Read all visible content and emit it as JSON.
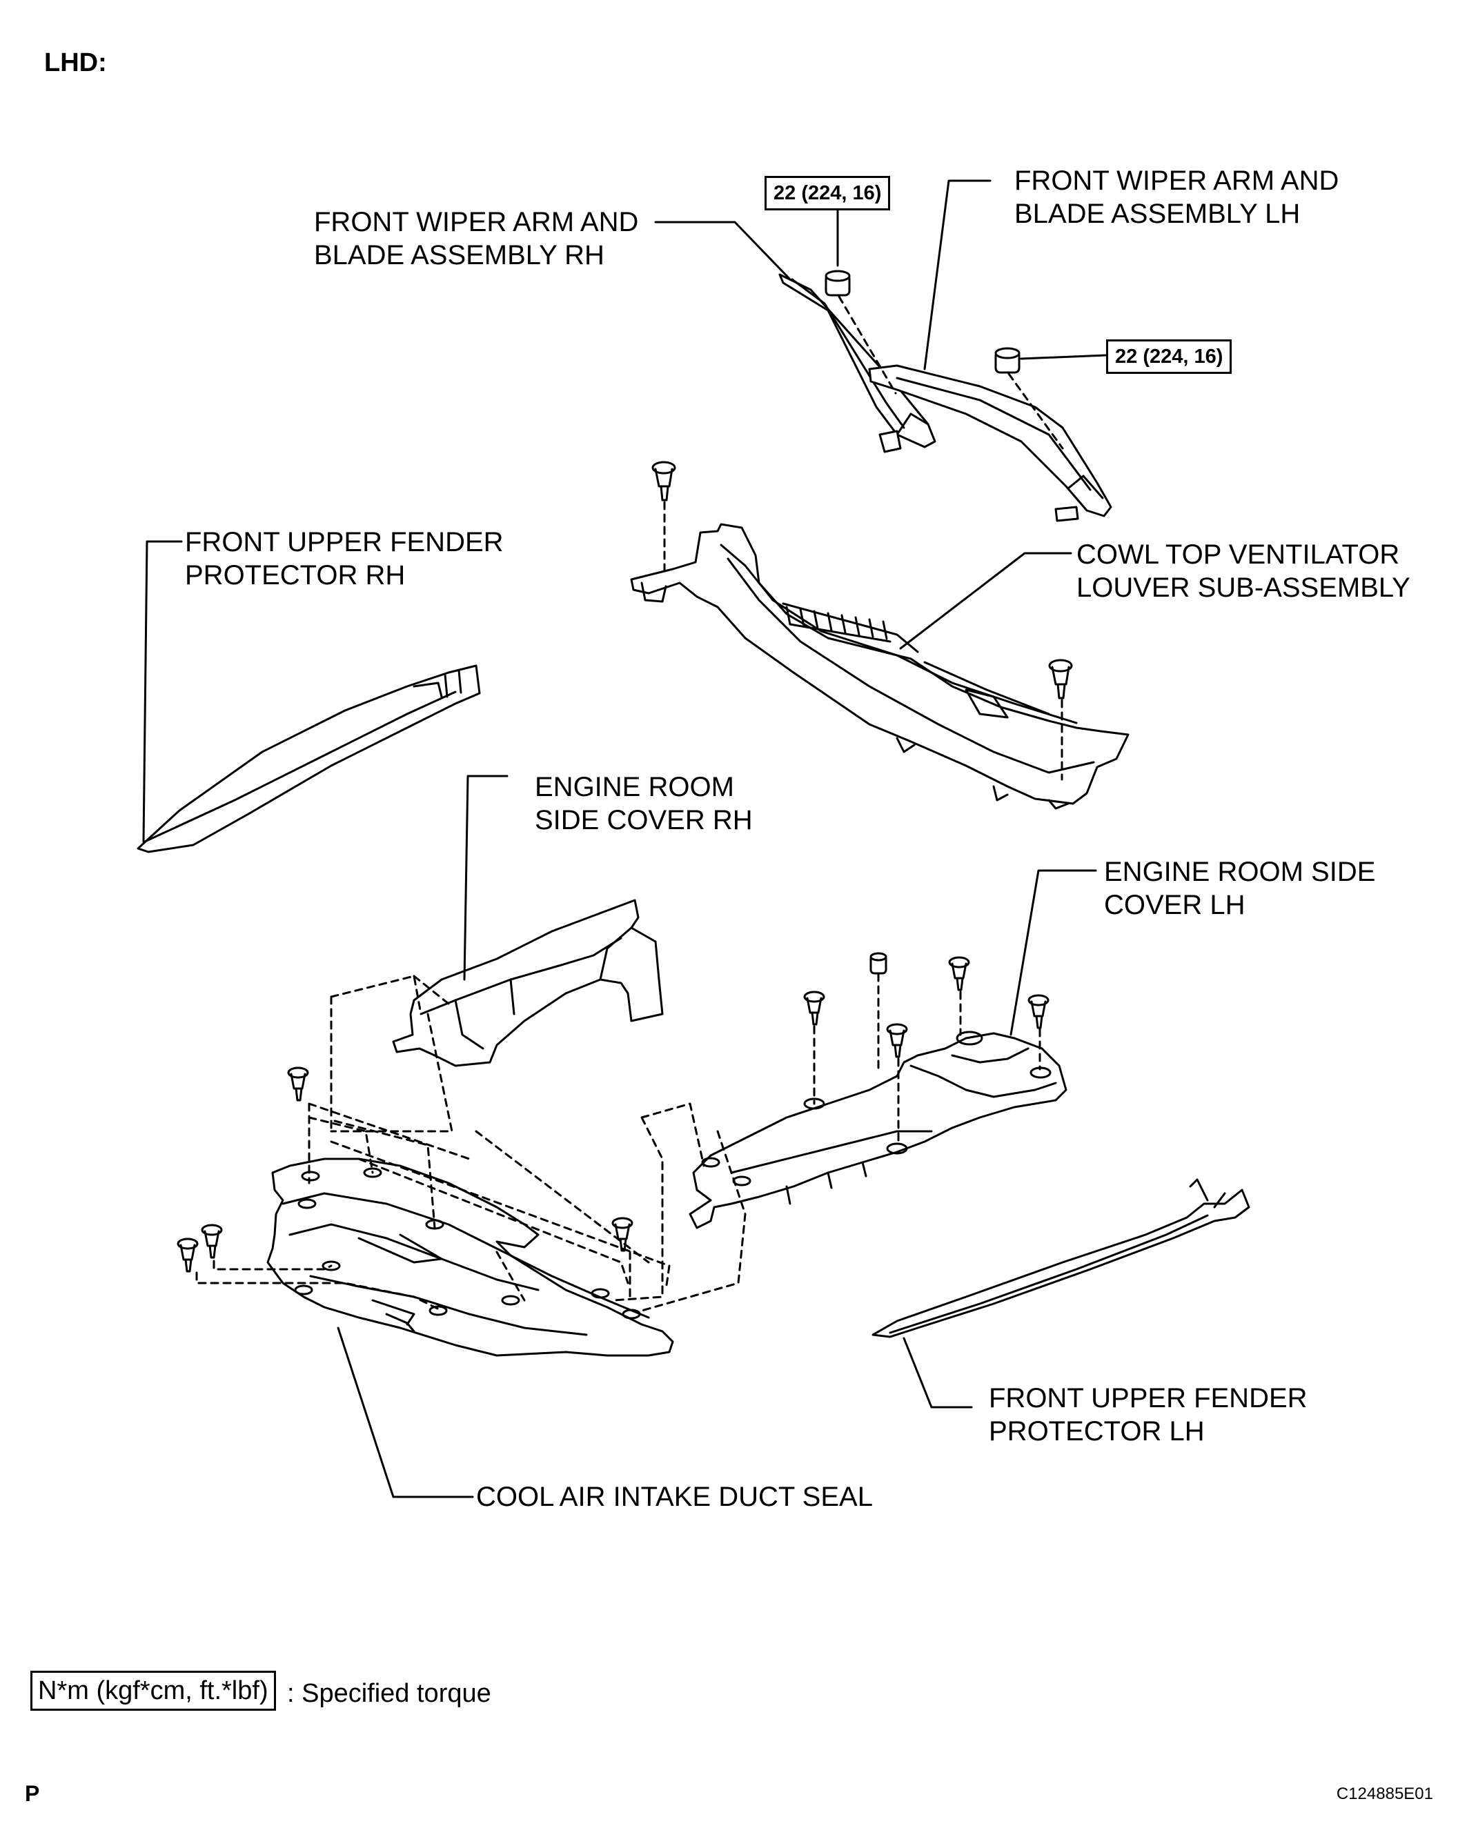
{
  "heading": "LHD:",
  "labels": {
    "wiper_rh": [
      "FRONT WIPER ARM AND",
      "BLADE ASSEMBLY RH"
    ],
    "wiper_lh": [
      "FRONT WIPER ARM AND",
      "BLADE ASSEMBLY LH"
    ],
    "fender_rh": [
      "FRONT UPPER FENDER",
      "PROTECTOR RH"
    ],
    "cowl": [
      "COWL TOP VENTILATOR",
      "LOUVER SUB-ASSEMBLY"
    ],
    "side_cover_rh": [
      "ENGINE ROOM",
      "SIDE COVER RH"
    ],
    "side_cover_lh": [
      "ENGINE ROOM SIDE",
      "COVER LH"
    ],
    "fender_lh": [
      "FRONT UPPER FENDER",
      "PROTECTOR LH"
    ],
    "duct_seal": [
      "COOL AIR INTAKE DUCT SEAL"
    ]
  },
  "torque": {
    "wiper_rh_nut": "22 (224, 16)",
    "wiper_lh_nut": "22 (224, 16)"
  },
  "legend": {
    "box": "N*m (kgf*cm, ft.*lbf)",
    "text": ": Specified torque"
  },
  "footer": {
    "left": "P",
    "code": "C124885E01"
  }
}
